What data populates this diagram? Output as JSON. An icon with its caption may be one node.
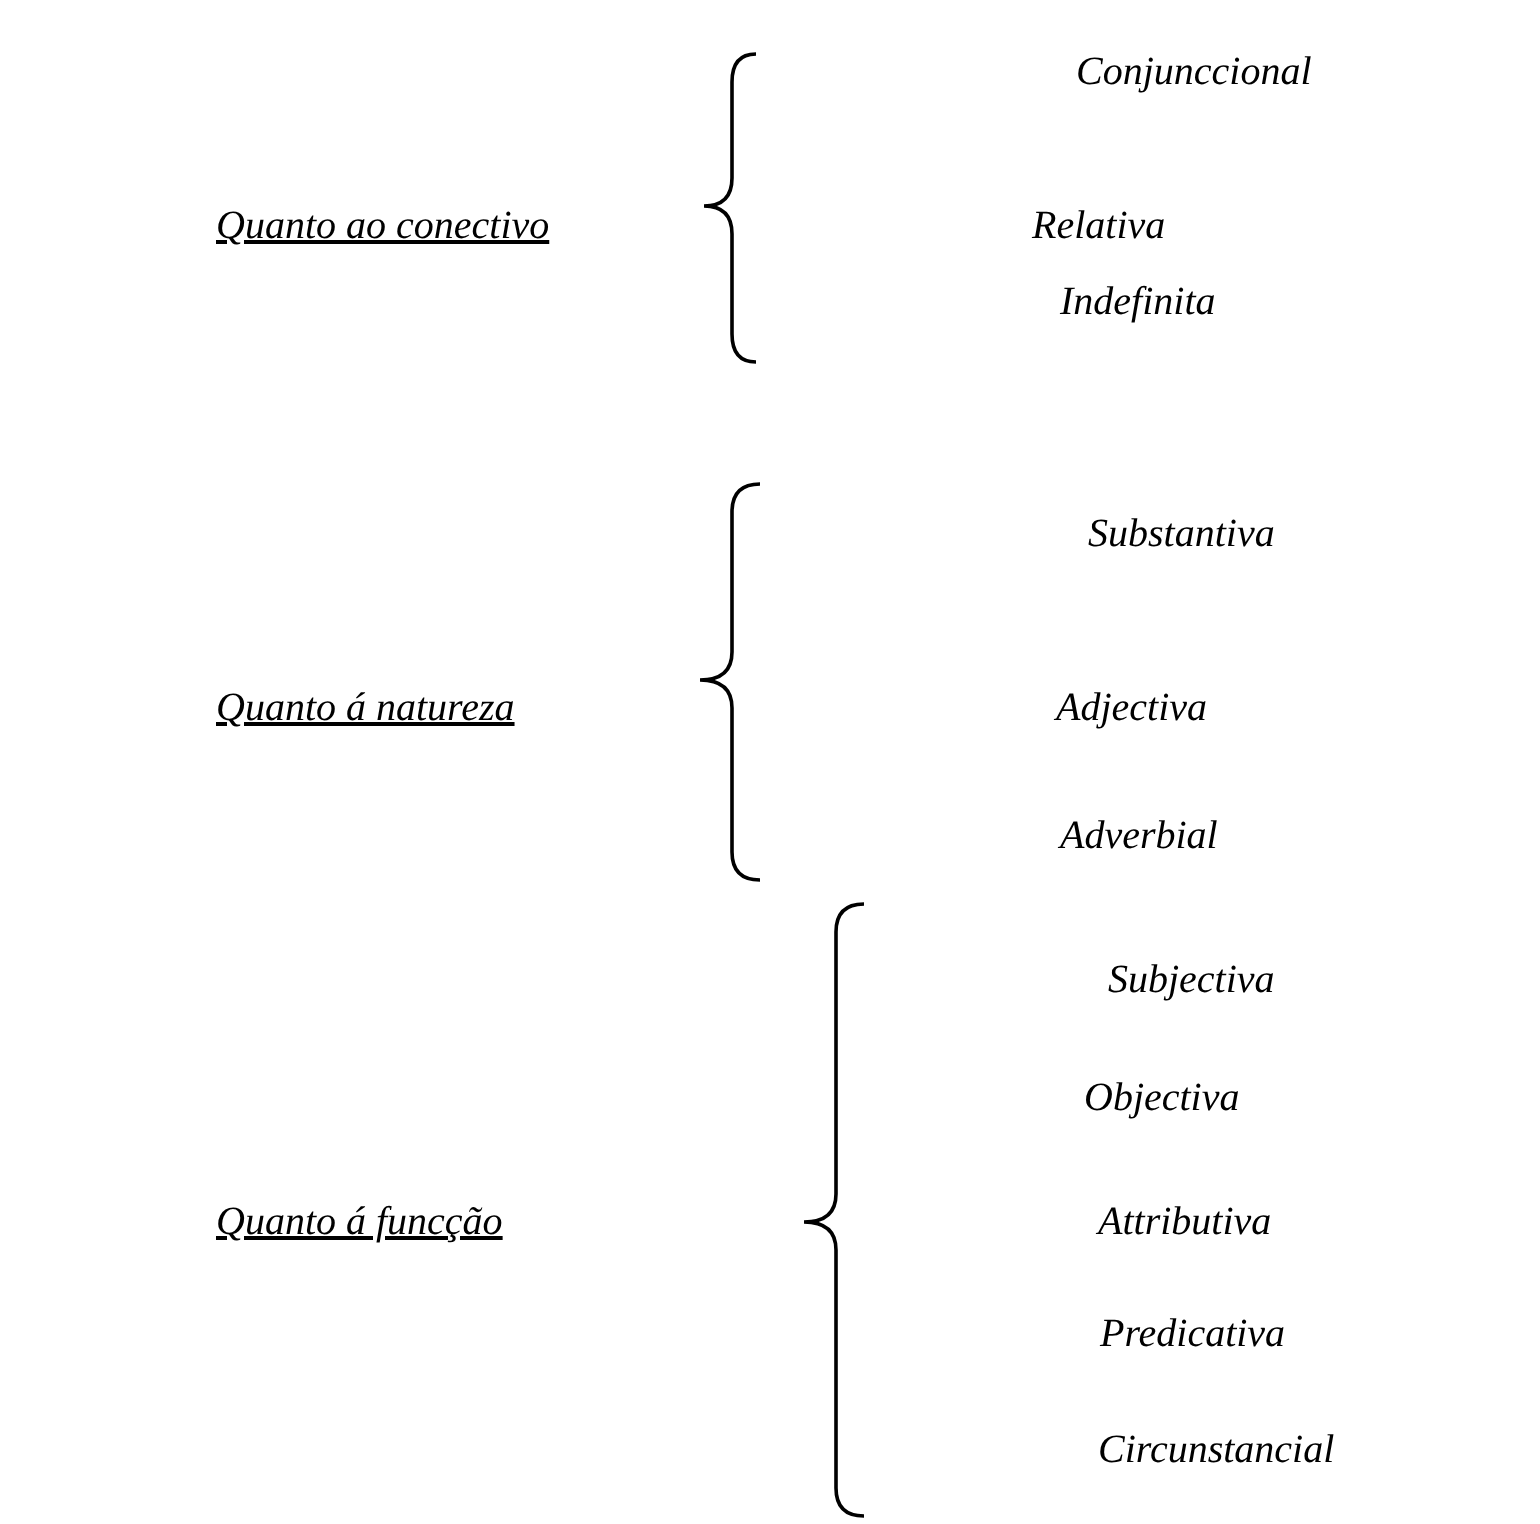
{
  "diagram": {
    "labels": [
      "Conjunccional",
      "Quanto ao conectivo",
      "Relativa",
      "Indefinita",
      "Substantiva",
      "Quanto á natureza",
      "Adjectiva",
      "Adverbial",
      "Subjectiva",
      "Objectiva",
      "Quanto á funcção",
      "Attributiva",
      "Predicativa",
      "Circunstancial"
    ]
  }
}
